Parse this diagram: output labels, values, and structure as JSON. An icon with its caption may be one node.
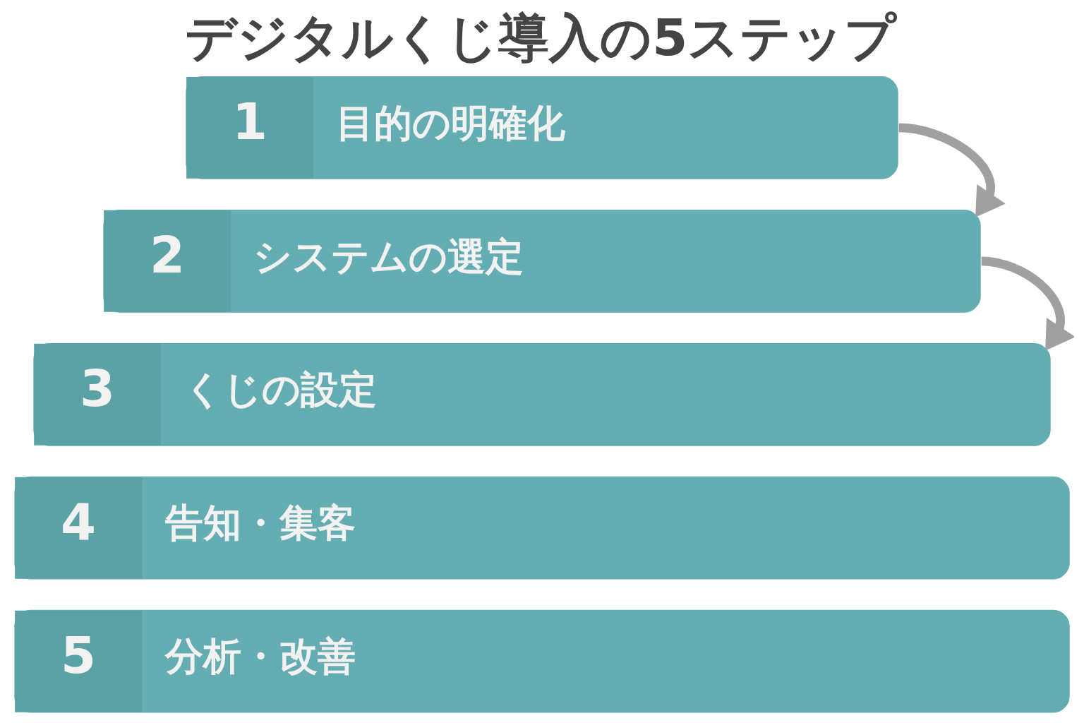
{
  "diagram": {
    "title": "デジタルくじ導入の5ステップ",
    "nodes": [
      {
        "text": [
          "1",
          "目的の明確化"
        ]
      },
      {
        "text": [
          "2",
          "システムの選定"
        ]
      },
      {
        "text": [
          "3",
          "くじの設定"
        ]
      },
      {
        "text": [
          "4",
          "告知・集客"
        ]
      },
      {
        "text": [
          "5",
          "分析・改善"
        ]
      }
    ],
    "edges": [
      {
        "from": 0,
        "to": 1,
        "arrow": "to"
      },
      {
        "from": 1,
        "to": 2,
        "arrow": "to"
      }
    ]
  }
}
